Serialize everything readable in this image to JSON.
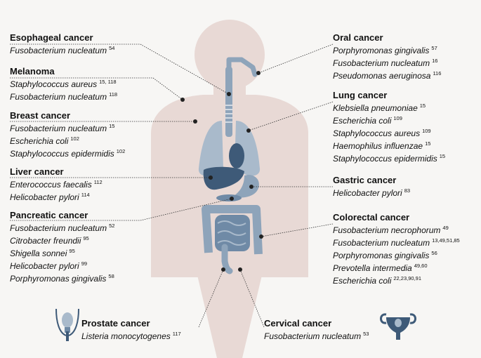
{
  "colors": {
    "body_silhouette": "#e8d9d5",
    "organ_light": "#a9bacb",
    "organ_mid": "#6f8aa6",
    "organ_dark": "#3e5a78",
    "intestine": "#8ea4ba",
    "connector": "#333333"
  },
  "icons": {
    "prostate": "male-reproductive-icon",
    "cervical": "uterus-icon"
  },
  "left": [
    {
      "title": "Esophageal cancer",
      "bacteria": [
        {
          "name": "Fusobacterium nucleatum",
          "ref": "54"
        }
      ]
    },
    {
      "title": "Melanoma",
      "bacteria": [
        {
          "name": "Staphylococcus aureus",
          "ref": "15, 118"
        },
        {
          "name": "Fusobacterium nucleatum",
          "ref": "118"
        }
      ]
    },
    {
      "title": "Breast cancer",
      "bacteria": [
        {
          "name": "Fusobacterium nucleatum",
          "ref": "15"
        },
        {
          "name": "Escherichia coli",
          "ref": "102"
        },
        {
          "name": "Staphylococcus epidermidis",
          "ref": "102"
        }
      ]
    },
    {
      "title": "Liver cancer",
      "bacteria": [
        {
          "name": "Enterococcus faecalis",
          "ref": "112"
        },
        {
          "name": "Helicobacter pylori",
          "ref": "114"
        }
      ]
    },
    {
      "title": "Pancreatic cancer",
      "bacteria": [
        {
          "name": "Fusobacterium nucleatum",
          "ref": "52"
        },
        {
          "name": "Citrobacter freundii",
          "ref": "95"
        },
        {
          "name": "Shigella sonnei",
          "ref": "95"
        },
        {
          "name": "Helicobacter pylori",
          "ref": "99"
        },
        {
          "name": "Porphyromonas gingivalis",
          "ref": "58"
        }
      ]
    }
  ],
  "right": [
    {
      "title": "Oral cancer",
      "bacteria": [
        {
          "name": "Porphyromonas gingivalis",
          "ref": "57"
        },
        {
          "name": "Fusobacterium nucleatum",
          "ref": "16"
        },
        {
          "name": "Pseudomonas aeruginosa",
          "ref": "116"
        }
      ]
    },
    {
      "title": "Lung cancer",
      "bacteria": [
        {
          "name": "Klebsiella pneumoniae",
          "ref": "15"
        },
        {
          "name": "Escherichia coli",
          "ref": "109"
        },
        {
          "name": "Staphylococcus aureus",
          "ref": "109"
        },
        {
          "name": "Haemophilus influenzae",
          "ref": "15"
        },
        {
          "name": "Staphylococcus epidermidis",
          "ref": "15"
        }
      ]
    },
    {
      "title": "Gastric cancer",
      "bacteria": [
        {
          "name": "Helicobacter pylori",
          "ref": "83"
        }
      ]
    },
    {
      "title": "Colorectal cancer",
      "bacteria": [
        {
          "name": "Fusobacterium necrophorum",
          "ref": "49"
        },
        {
          "name": "Fusobacterium nucleatum",
          "ref": "13,49,51,85"
        },
        {
          "name": "Porphyromonas gingivalis",
          "ref": "56"
        },
        {
          "name": "Prevotella intermedia",
          "ref": "49,60"
        },
        {
          "name": "Escherichia coli",
          "ref": "22,23,90,91"
        }
      ]
    }
  ],
  "bottom": [
    {
      "title": "Prostate cancer",
      "bacteria": [
        {
          "name": "Listeria monocytogenes",
          "ref": "117"
        }
      ]
    },
    {
      "title": "Cervical cancer",
      "bacteria": [
        {
          "name": "Fusobacterium nucleatum",
          "ref": "53"
        }
      ]
    }
  ]
}
